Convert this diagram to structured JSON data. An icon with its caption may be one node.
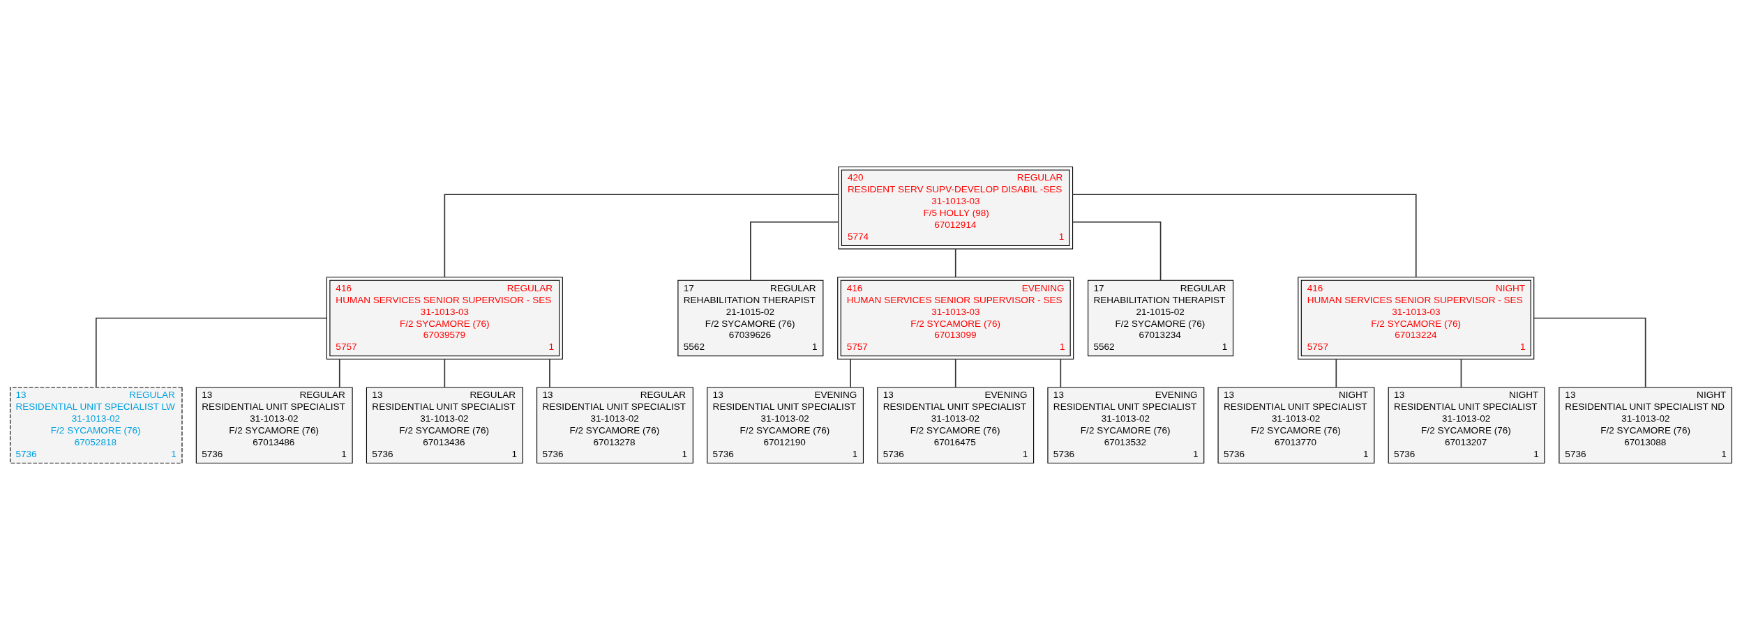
{
  "diagram": {
    "nodes": [
      {
        "text": [
          "420",
          "REGULAR",
          "RESIDENT SERV SUPV-DEVELOP DISABIL -SES",
          "31-1013-03",
          "F/5 HOLLY (98)",
          "67012914",
          "5774",
          "1"
        ]
      },
      {
        "text": [
          "416",
          "REGULAR",
          "HUMAN SERVICES SENIOR SUPERVISOR - SES",
          "31-1013-03",
          "F/2 SYCAMORE (76)",
          "67039579",
          "5757",
          "1"
        ]
      },
      {
        "text": [
          "17",
          "REGULAR",
          "REHABILITATION THERAPIST",
          "21-1015-02",
          "F/2 SYCAMORE (76)",
          "67039626",
          "5562",
          "1"
        ]
      },
      {
        "text": [
          "416",
          "EVENING",
          "HUMAN SERVICES SENIOR SUPERVISOR - SES",
          "31-1013-03",
          "F/2 SYCAMORE (76)",
          "67013099",
          "5757",
          "1"
        ]
      },
      {
        "text": [
          "17",
          "REGULAR",
          "REHABILITATION THERAPIST",
          "21-1015-02",
          "F/2 SYCAMORE (76)",
          "67013234",
          "5562",
          "1"
        ]
      },
      {
        "text": [
          "416",
          "NIGHT",
          "HUMAN SERVICES SENIOR SUPERVISOR - SES",
          "31-1013-03",
          "F/2 SYCAMORE (76)",
          "67013224",
          "5757",
          "1"
        ]
      },
      {
        "text": [
          "13",
          "REGULAR",
          "RESIDENTIAL UNIT SPECIALIST LW",
          "31-1013-02",
          "F/2 SYCAMORE (76)",
          "67052818",
          "5736",
          "1"
        ]
      },
      {
        "text": [
          "13",
          "REGULAR",
          "RESIDENTIAL UNIT SPECIALIST",
          "31-1013-02",
          "F/2 SYCAMORE (76)",
          "67013486",
          "5736",
          "1"
        ]
      },
      {
        "text": [
          "13",
          "REGULAR",
          "RESIDENTIAL UNIT SPECIALIST",
          "31-1013-02",
          "F/2 SYCAMORE (76)",
          "67013436",
          "5736",
          "1"
        ]
      },
      {
        "text": [
          "13",
          "REGULAR",
          "RESIDENTIAL UNIT SPECIALIST",
          "31-1013-02",
          "F/2 SYCAMORE (76)",
          "67013278",
          "5736",
          "1"
        ]
      },
      {
        "text": [
          "13",
          "EVENING",
          "RESIDENTIAL UNIT SPECIALIST",
          "31-1013-02",
          "F/2 SYCAMORE (76)",
          "67012190",
          "5736",
          "1"
        ]
      },
      {
        "text": [
          "13",
          "EVENING",
          "RESIDENTIAL UNIT SPECIALIST",
          "31-1013-02",
          "F/2 SYCAMORE (76)",
          "67016475",
          "5736",
          "1"
        ]
      },
      {
        "text": [
          "13",
          "EVENING",
          "RESIDENTIAL UNIT SPECIALIST",
          "31-1013-02",
          "F/2 SYCAMORE (76)",
          "67013532",
          "5736",
          "1"
        ]
      },
      {
        "text": [
          "13",
          "NIGHT",
          "RESIDENTIAL UNIT SPECIALIST",
          "31-1013-02",
          "F/2 SYCAMORE (76)",
          "67013770",
          "5736",
          "1"
        ]
      },
      {
        "text": [
          "13",
          "NIGHT",
          "RESIDENTIAL UNIT SPECIALIST",
          "31-1013-02",
          "F/2 SYCAMORE (76)",
          "67013207",
          "5736",
          "1"
        ]
      },
      {
        "text": [
          "13",
          "NIGHT",
          "RESIDENTIAL UNIT SPECIALIST ND",
          "31-1013-02",
          "F/2 SYCAMORE (76)",
          "67013088",
          "5736",
          "1"
        ]
      }
    ],
    "edges": [
      {
        "from": 0,
        "to": 1,
        "arrow": "none"
      },
      {
        "from": 0,
        "to": 2,
        "arrow": "none"
      },
      {
        "from": 0,
        "to": 3,
        "arrow": "none"
      },
      {
        "from": 0,
        "to": 4,
        "arrow": "none"
      },
      {
        "from": 0,
        "to": 5,
        "arrow": "none"
      },
      {
        "from": 1,
        "to": 6,
        "arrow": "none"
      },
      {
        "from": 1,
        "to": 7,
        "arrow": "none"
      },
      {
        "from": 1,
        "to": 8,
        "arrow": "none"
      },
      {
        "from": 1,
        "to": 9,
        "arrow": "none"
      },
      {
        "from": 3,
        "to": 10,
        "arrow": "none"
      },
      {
        "from": 3,
        "to": 11,
        "arrow": "none"
      },
      {
        "from": 3,
        "to": 12,
        "arrow": "none"
      },
      {
        "from": 5,
        "to": 13,
        "arrow": "none"
      },
      {
        "from": 5,
        "to": 14,
        "arrow": "none"
      },
      {
        "from": 5,
        "to": 15,
        "arrow": "none"
      }
    ]
  }
}
